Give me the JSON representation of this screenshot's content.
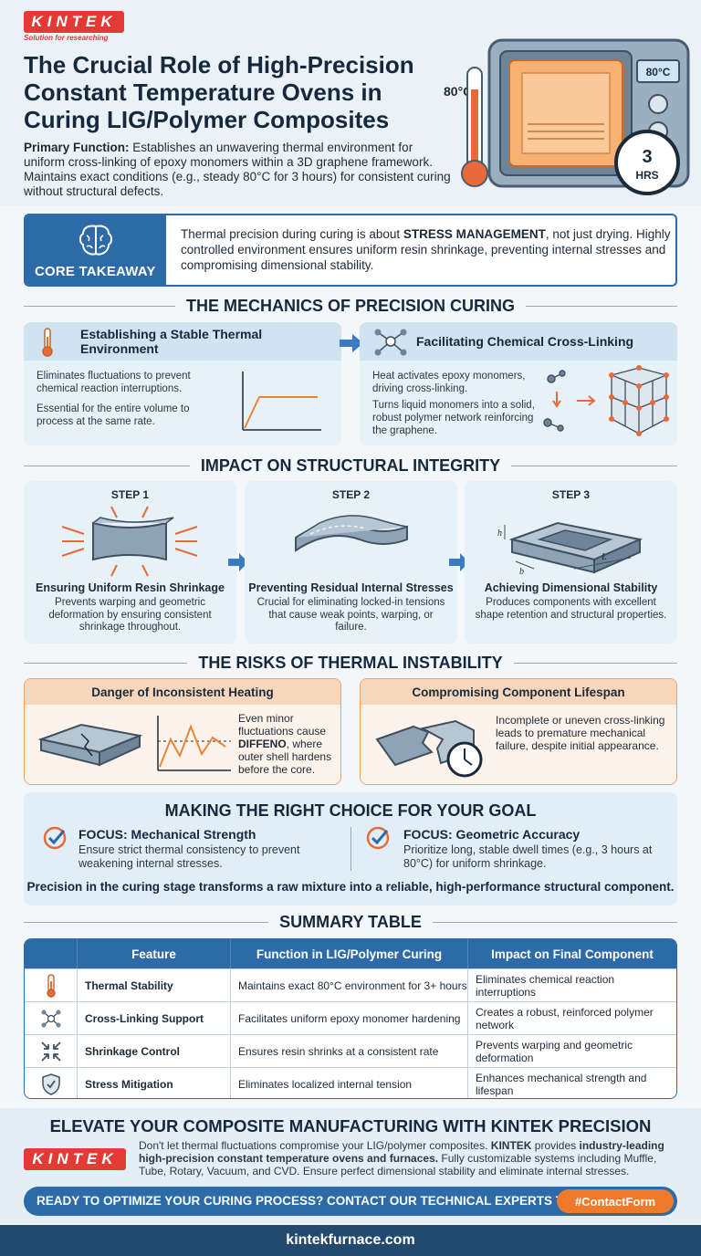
{
  "header": {
    "logo": "KINTEK",
    "tagline": "Solution for researching",
    "title": "The Crucial Role of High-Precision Constant Temperature Ovens in Curing LIG/Polymer Composites",
    "primary_label": "Primary Function:",
    "primary_text": "Establishes an unwavering thermal environment for uniform cross-linking of epoxy monomers within a 3D graphene framework. Maintains exact conditions (e.g., steady 80°C for 3 hours) for consistent curing without structural defects.",
    "oven_temp_left": "80°C",
    "oven_display": "80°C",
    "timer_value": "3",
    "timer_unit": "HRS"
  },
  "core": {
    "badge": "CORE TAKEAWAY",
    "text_before": "Thermal precision during curing is about ",
    "text_bold": "STRESS MANAGEMENT",
    "text_after": ", not just drying. Highly controlled environment ensures uniform resin shrinkage, preventing internal stresses and compromising dimensional stability."
  },
  "mechanics": {
    "heading": "THE MECHANICS OF PRECISION CURING",
    "card1_title": "Establishing a Stable Thermal Environment",
    "card1_p1": "Eliminates fluctuations to prevent chemical reaction interruptions.",
    "card1_p2": "Essential for the entire volume to process at the same rate.",
    "card2_title": "Facilitating Chemical Cross-Linking",
    "card2_p1": "Heat activates epoxy monomers, driving cross-linking.",
    "card2_p2": "Turns liquid monomers into a solid, robust polymer network reinforcing the graphene."
  },
  "impact": {
    "heading": "IMPACT ON STRUCTURAL INTEGRITY",
    "steps": [
      {
        "label": "STEP 1",
        "title": "Ensuring Uniform Resin Shrinkage",
        "desc": "Prevents warping and geometric deformation by ensuring consistent shrinkage throughout."
      },
      {
        "label": "STEP 2",
        "title": "Preventing Residual Internal Stresses",
        "desc": "Crucial for eliminating locked-in tensions that cause weak points, warping, or failure."
      },
      {
        "label": "STEP 3",
        "title": "Achieving Dimensional Stability",
        "desc": "Produces components with excellent shape retention and structural properties."
      }
    ],
    "dim_h": "h",
    "dim_b": "b",
    "dim_l": "L"
  },
  "risks": {
    "heading": "THE RISKS OF THERMAL INSTABILITY",
    "card1_title": "Danger of Inconsistent Heating",
    "card1_text_a": "Even minor fluctuations cause ",
    "card1_bold": "DIFFENO",
    "card1_text_b": ", where outer shell hardens before the core.",
    "card2_title": "Compromising Component Lifespan",
    "card2_text": "Incomplete or uneven cross-linking leads to premature mechanical failure, despite initial appearance."
  },
  "choice": {
    "heading": "MAKING THE RIGHT CHOICE FOR YOUR GOAL",
    "focus1_title": "FOCUS: Mechanical Strength",
    "focus1_desc": "Ensure strict thermal consistency to prevent weakening internal stresses.",
    "focus2_title": "FOCUS: Geometric Accuracy",
    "focus2_desc": "Prioritize long, stable dwell times (e.g., 3 hours at 80°C) for uniform shrinkage.",
    "footer": "Precision in the curing stage transforms a raw mixture into a reliable, high-performance structural component."
  },
  "table": {
    "heading": "SUMMARY TABLE",
    "columns": [
      "Feature",
      "Function in LIG/Polymer Curing",
      "Impact on Final Component"
    ],
    "rows": [
      {
        "icon": "thermometer-icon",
        "feature": "Thermal Stability",
        "function": "Maintains exact 80°C environment for 3+ hours",
        "impact": "Eliminates chemical reaction interruptions"
      },
      {
        "icon": "molecule-icon",
        "feature": "Cross-Linking Support",
        "function": "Facilitates uniform epoxy monomer hardening",
        "impact": "Creates a robust, reinforced polymer network"
      },
      {
        "icon": "shrink-arrows-icon",
        "feature": "Shrinkage Control",
        "function": "Ensures resin shrinks at a consistent rate",
        "impact": "Prevents warping and geometric deformation"
      },
      {
        "icon": "shield-check-icon",
        "feature": "Stress Mitigation",
        "function": "Eliminates localized internal tension",
        "impact": "Enhances mechanical strength and lifespan"
      }
    ]
  },
  "cta": {
    "title": "ELEVATE YOUR COMPOSITE MANUFACTURING WITH KINTEK PRECISION",
    "logo": "KINTEK",
    "text_a": "Don't let thermal fluctuations compromise your LIG/polymer composites. ",
    "text_b1": "KINTEK",
    "text_c": " provides ",
    "text_b2": "industry-leading high-precision constant temperature ovens and furnaces.",
    "text_d": " Fully customizable systems including Muffle, Tube, Rotary, Vacuum, and CVD. Ensure perfect dimensional stability and eliminate internal stresses.",
    "bar_text": "READY TO OPTIMIZE YOUR CURING PROCESS? CONTACT OUR TECHNICAL EXPERTS TODAY",
    "button": "#ContactForm"
  },
  "footer": {
    "url": "kintekfurnace.com"
  },
  "colors": {
    "brand_red": "#e23a34",
    "primary_blue": "#2c6aa8",
    "accent_orange": "#ef7a2a",
    "footer_navy": "#22496e"
  }
}
